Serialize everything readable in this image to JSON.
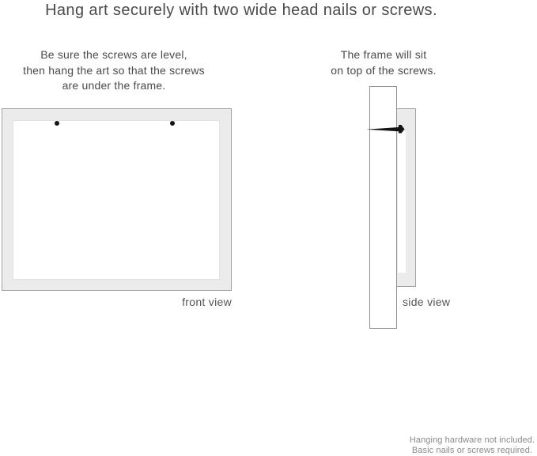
{
  "title": "Hang art securely with two wide head nails or screws.",
  "instructions": {
    "front": "Be sure the screws are level,\nthen hang the art so that the screws\nare under the frame.",
    "side": "The frame will sit\non top of the screws."
  },
  "labels": {
    "front_view": "front view",
    "side_view": "side view"
  },
  "footer_note": "Hanging hardware not included.\nBasic nails or screws required.",
  "diagram": {
    "front_view_screw_count": 2,
    "icons": [
      "screw-head-dot",
      "nail-side-icon"
    ]
  },
  "colors": {
    "frame_fill": "#ebebeb",
    "frame_border": "#a3a3a3",
    "wall_border": "#8f8f8f",
    "text_primary": "#4a4a4a",
    "text_secondary": "#555555",
    "text_muted": "#8a8a8a",
    "nail": "#141414"
  }
}
